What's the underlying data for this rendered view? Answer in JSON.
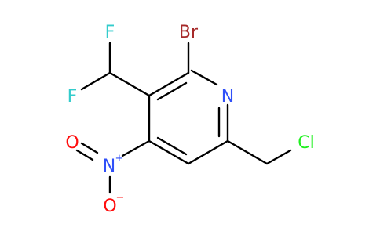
{
  "molecule": {
    "atoms": {
      "br": {
        "label": "Br",
        "color": "#A62929"
      },
      "n_ring": {
        "label": "N",
        "color": "#3050F8"
      },
      "f1": {
        "label": "F",
        "color": "#33CCCC"
      },
      "f2": {
        "label": "F",
        "color": "#33CCCC"
      },
      "n_nitro": {
        "label": "N",
        "charge": "+",
        "color": "#3050F8"
      },
      "o_top": {
        "label": "O",
        "color": "#FF0D0D"
      },
      "o_bottom": {
        "label": "O",
        "charge": "−",
        "color": "#FF0D0D"
      },
      "cl": {
        "label": "Cl",
        "color": "#1FF01F"
      }
    }
  }
}
